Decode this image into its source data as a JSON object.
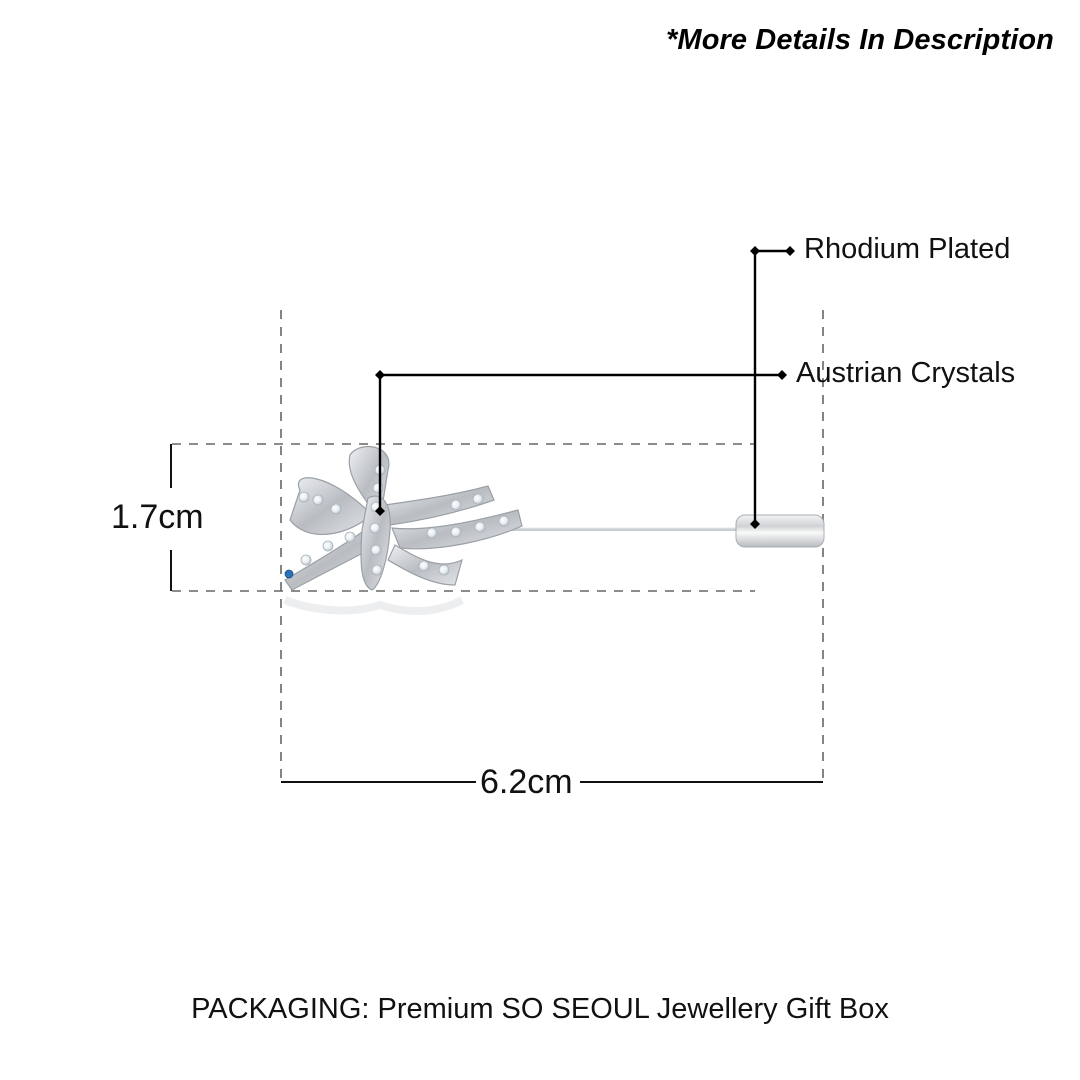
{
  "header": {
    "note": "*More Details In Description"
  },
  "callouts": [
    {
      "label": "Rhodium Plated",
      "target": "pin-cap"
    },
    {
      "label": "Austrian Crystals",
      "target": "bow-crystals"
    }
  ],
  "dimensions": {
    "height": "1.7cm",
    "width": "6.2cm"
  },
  "product": {
    "name": "bow-stick-pin",
    "colors": {
      "metal": "#d9dbde",
      "crystal": "#eef3f4",
      "accent_crystal": "#2a72b8"
    }
  },
  "footer": {
    "packaging": "PACKAGING: Premium SO SEOUL Jewellery Gift Box"
  }
}
